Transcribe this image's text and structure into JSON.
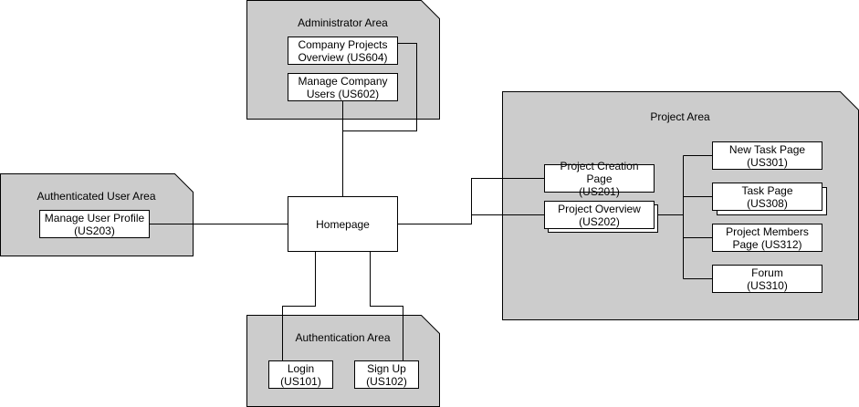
{
  "areas": {
    "administrator": "Administrator Area",
    "authenticated_user": "Authenticated User Area",
    "project": "Project Area",
    "authentication": "Authentication Area"
  },
  "nodes": {
    "company_projects_overview": {
      "line1": "Company Projects",
      "line2": "Overview (US604)"
    },
    "manage_company_users": {
      "line1": "Manage Company",
      "line2": "Users (US602)"
    },
    "manage_user_profile": {
      "line1": "Manage User Profile",
      "line2": "(US203)"
    },
    "homepage": {
      "line1": "Homepage"
    },
    "project_creation_page": {
      "line1": "Project Creation Page",
      "line2": "(US201)"
    },
    "project_overview": {
      "line1": "Project Overview",
      "line2": "(US202)"
    },
    "new_task_page": {
      "line1": "New Task Page",
      "line2": "(US301)"
    },
    "task_page": {
      "line1": "Task Page",
      "line2": "(US308)"
    },
    "project_members_page": {
      "line1": "Project Members",
      "line2": "Page (US312)"
    },
    "forum": {
      "line1": "Forum",
      "line2": "(US310)"
    },
    "login": {
      "line1": "Login",
      "line2": "(US101)"
    },
    "sign_up": {
      "line1": "Sign Up",
      "line2": "(US102)"
    }
  },
  "colors": {
    "area_fill": "#cccccc",
    "stroke": "#000000",
    "node_fill": "#ffffff"
  }
}
